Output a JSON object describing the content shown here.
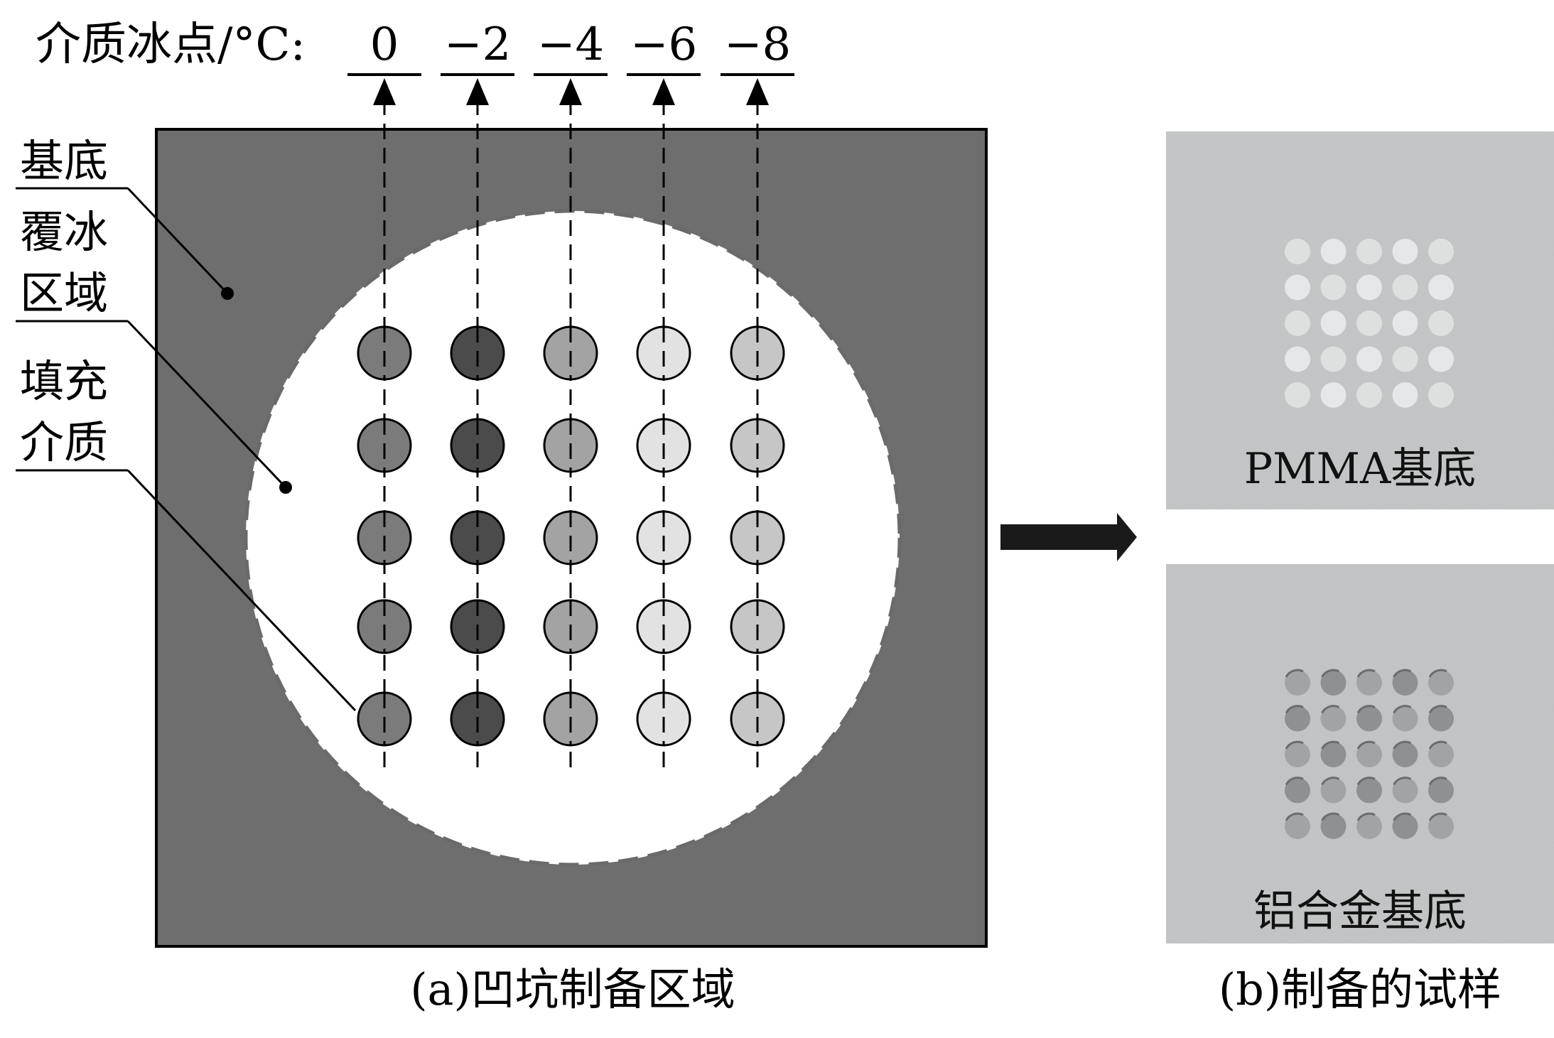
{
  "header": {
    "label": "介质冰点/°C:",
    "freezing_points": [
      "0",
      "−2",
      "−4",
      "−6",
      "−8"
    ]
  },
  "callouts": [
    "基底",
    "覆冰\n区域",
    "填充\n介质"
  ],
  "panel_a": {
    "caption": "(a)凹坑制备区域",
    "rows": 5,
    "column_fills": [
      "#7b7b7b",
      "#4b4b4b",
      "#a3a3a3",
      "#e2e2e2",
      "#c6c6c6"
    ],
    "substrate_color": "#6e6e6e",
    "ice_region_color": "#ffffff"
  },
  "panel_b": {
    "caption": "(b)制备的试样",
    "photos": [
      {
        "label": "PMMA基底",
        "pits": "light"
      },
      {
        "label": "铝合金基底",
        "pits": "dark"
      }
    ]
  }
}
